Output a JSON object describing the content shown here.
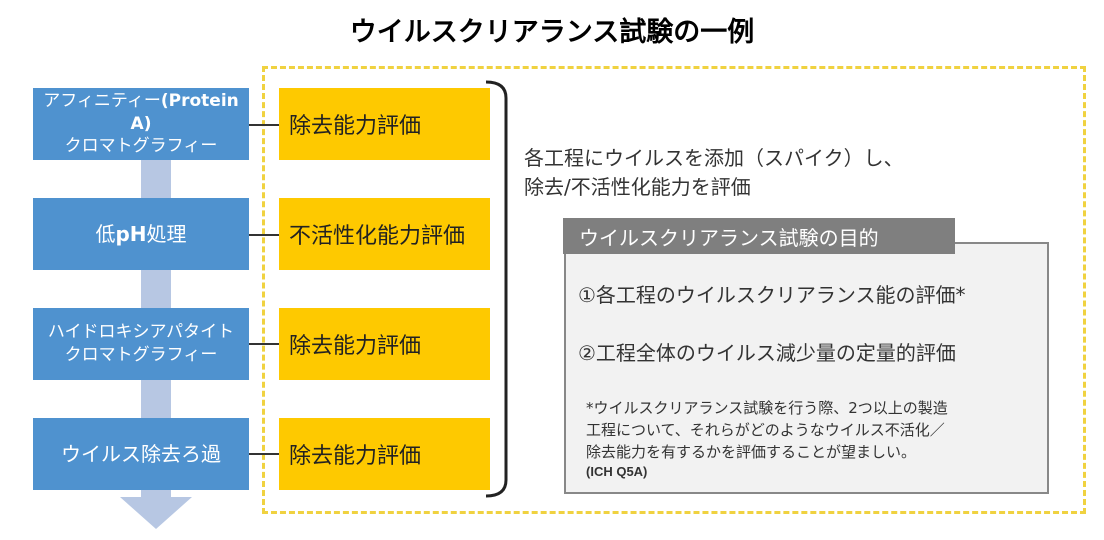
{
  "title": "ウイルスクリアランス試験の一例",
  "steps": [
    {
      "line1_a": "アフィニティー",
      "line1_b": "(Protein A)",
      "line2": "クロマトグラフィー"
    },
    {
      "label_a": "低",
      "label_b": "pH",
      "label_c": "処理"
    },
    {
      "line1": "ハイドロキシアパタイト",
      "line2": "クロマトグラフィー"
    },
    {
      "label": "ウイルス除去ろ過"
    }
  ],
  "evaluations": [
    "除去能力評価",
    "不活性化能力評価",
    "除去能力評価",
    "除去能力評価"
  ],
  "description": {
    "line1": "各工程にウイルスを添加（スパイク）し、",
    "line2": "除去/不活性化能力を評価"
  },
  "purpose": {
    "title": "ウイルスクリアランス試験の目的",
    "item1": "①各工程のウイルスクリアランス能の評価*",
    "item2": "②工程全体のウイルス減少量の定量的評価",
    "note_line1": "*ウイルスクリアランス試験を行う際、2つ以上の製造",
    "note_line2": "工程について、それらがどのようなウイルス不活化／",
    "note_line3": "除去能力を有するかを評価することが望ましい。",
    "note_ref": "(ICH Q5A)"
  },
  "colors": {
    "step_blue": "#4f92cf",
    "eval_yellow": "#fec900",
    "frame_dashed": "#f0d240",
    "arrow": "#b7c7e3",
    "purpose_header": "#7f7f7f",
    "purpose_bg": "#f2f2f2"
  }
}
